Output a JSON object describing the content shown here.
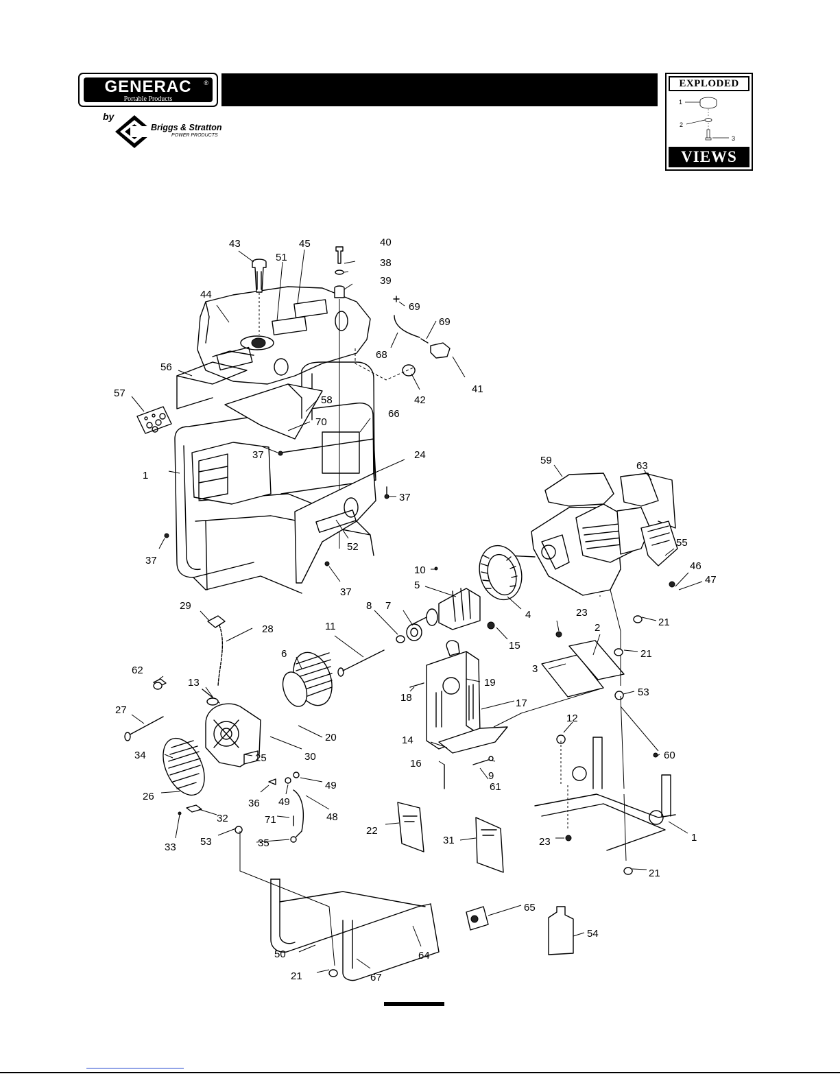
{
  "header": {
    "brand": "GENERAC",
    "brand_sub": "Portable Products",
    "by": "by",
    "partner": "Briggs & Stratton",
    "partner_sub": "POWER PRODUCTS",
    "exploded_label": "EXPLODED",
    "views_label": "VIEWS",
    "mini_callouts": [
      "1",
      "2",
      "3"
    ]
  },
  "callouts": [
    {
      "id": "c1a",
      "text": "1"
    },
    {
      "id": "c1b",
      "text": "1"
    },
    {
      "id": "c2",
      "text": "2"
    },
    {
      "id": "c3",
      "text": "3"
    },
    {
      "id": "c4",
      "text": "4"
    },
    {
      "id": "c5",
      "text": "5"
    },
    {
      "id": "c6",
      "text": "6"
    },
    {
      "id": "c7",
      "text": "7"
    },
    {
      "id": "c8",
      "text": "8"
    },
    {
      "id": "c9",
      "text": "9"
    },
    {
      "id": "c10",
      "text": "10"
    },
    {
      "id": "c11",
      "text": "11"
    },
    {
      "id": "c12",
      "text": "12"
    },
    {
      "id": "c13",
      "text": "13"
    },
    {
      "id": "c14",
      "text": "14"
    },
    {
      "id": "c15",
      "text": "15"
    },
    {
      "id": "c16",
      "text": "16"
    },
    {
      "id": "c17",
      "text": "17"
    },
    {
      "id": "c18",
      "text": "18"
    },
    {
      "id": "c19",
      "text": "19"
    },
    {
      "id": "c20",
      "text": "20"
    },
    {
      "id": "c21a",
      "text": "21"
    },
    {
      "id": "c21b",
      "text": "21"
    },
    {
      "id": "c21c",
      "text": "21"
    },
    {
      "id": "c21d",
      "text": "21"
    },
    {
      "id": "c22",
      "text": "22"
    },
    {
      "id": "c23a",
      "text": "23"
    },
    {
      "id": "c23b",
      "text": "23"
    },
    {
      "id": "c24",
      "text": "24"
    },
    {
      "id": "c25",
      "text": "25"
    },
    {
      "id": "c26",
      "text": "26"
    },
    {
      "id": "c27",
      "text": "27"
    },
    {
      "id": "c28",
      "text": "28"
    },
    {
      "id": "c29",
      "text": "29"
    },
    {
      "id": "c30",
      "text": "30"
    },
    {
      "id": "c31",
      "text": "31"
    },
    {
      "id": "c32",
      "text": "32"
    },
    {
      "id": "c33",
      "text": "33"
    },
    {
      "id": "c34",
      "text": "34"
    },
    {
      "id": "c35",
      "text": "35"
    },
    {
      "id": "c36",
      "text": "36"
    },
    {
      "id": "c37a",
      "text": "37"
    },
    {
      "id": "c37b",
      "text": "37"
    },
    {
      "id": "c37c",
      "text": "37"
    },
    {
      "id": "c37d",
      "text": "37"
    },
    {
      "id": "c38",
      "text": "38"
    },
    {
      "id": "c39",
      "text": "39"
    },
    {
      "id": "c40",
      "text": "40"
    },
    {
      "id": "c41",
      "text": "41"
    },
    {
      "id": "c42",
      "text": "42"
    },
    {
      "id": "c43",
      "text": "43"
    },
    {
      "id": "c44",
      "text": "44"
    },
    {
      "id": "c45",
      "text": "45"
    },
    {
      "id": "c46",
      "text": "46"
    },
    {
      "id": "c47",
      "text": "47"
    },
    {
      "id": "c48",
      "text": "48"
    },
    {
      "id": "c49a",
      "text": "49"
    },
    {
      "id": "c49b",
      "text": "49"
    },
    {
      "id": "c50",
      "text": "50"
    },
    {
      "id": "c51",
      "text": "51"
    },
    {
      "id": "c52",
      "text": "52"
    },
    {
      "id": "c53a",
      "text": "53"
    },
    {
      "id": "c53b",
      "text": "53"
    },
    {
      "id": "c54",
      "text": "54"
    },
    {
      "id": "c55",
      "text": "55"
    },
    {
      "id": "c56",
      "text": "56"
    },
    {
      "id": "c57",
      "text": "57"
    },
    {
      "id": "c58",
      "text": "58"
    },
    {
      "id": "c59",
      "text": "59"
    },
    {
      "id": "c60",
      "text": "60"
    },
    {
      "id": "c61",
      "text": "61"
    },
    {
      "id": "c62",
      "text": "62"
    },
    {
      "id": "c63",
      "text": "63"
    },
    {
      "id": "c64",
      "text": "64"
    },
    {
      "id": "c65",
      "text": "65"
    },
    {
      "id": "c66",
      "text": "66"
    },
    {
      "id": "c67",
      "text": "67"
    },
    {
      "id": "c68",
      "text": "68"
    },
    {
      "id": "c69a",
      "text": "69"
    },
    {
      "id": "c69b",
      "text": "69"
    },
    {
      "id": "c70",
      "text": "70"
    },
    {
      "id": "c71",
      "text": "71"
    }
  ]
}
